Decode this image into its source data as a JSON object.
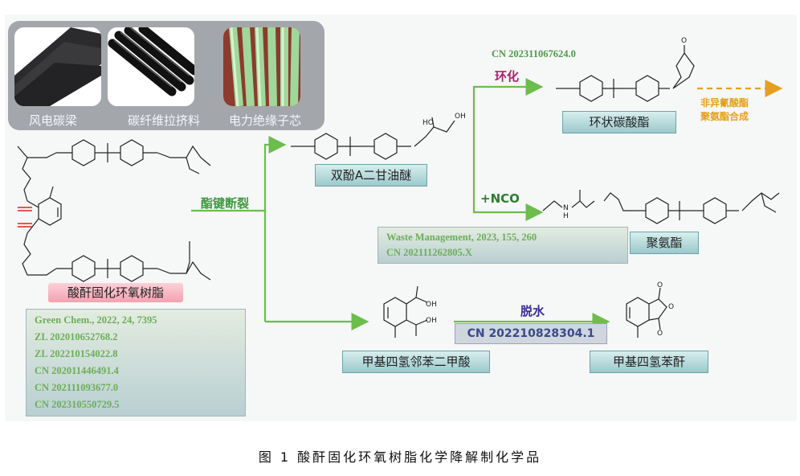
{
  "photos": {
    "labels": [
      "风电碳梁",
      "碳纤维拉挤料",
      "电力绝缘子芯"
    ]
  },
  "reactions": {
    "cleavage_label": "酯键断裂",
    "cyclization_label": "环化",
    "nco_label": "+NCO",
    "dehydration_label": "脱水"
  },
  "products": {
    "starting_material": "酸酐固化环氧树脂",
    "bpa_glycerol_ether": "双酚A二甘油醚",
    "cyclic_carbonate": "环状碳酸酯",
    "polyurethane": "聚氨酯",
    "mthpa_acid": "甲基四氢邻苯二甲酸",
    "mthpa": "甲基四氢苯酐"
  },
  "references": {
    "cyclic_carbonate_patent": "CN 202311067624.0",
    "non_isocyanate_note": [
      "非异氰酸酯",
      "聚氨酯合成"
    ],
    "polyurethane_refs": [
      "Waste Management, 2023, 155, 260",
      "CN 202111262805.X"
    ],
    "dehydration_patent": "CN 202210828304.1",
    "epoxy_refs": [
      "Green Chem., 2022, 24, 7395",
      "ZL 202010652768.2",
      "ZL 202210154022.8",
      "CN 202011446491.4",
      "CN 202111093677.0",
      "CN 202310550729.5"
    ]
  },
  "chem_labels": {
    "ho": "HO",
    "oh": "OH",
    "o": "O",
    "nh": "N",
    "h": "H"
  },
  "caption": "图 1 酸酐固化环氧树脂化学降解制化学品",
  "colors": {
    "arrow_green": "#6cbd4c",
    "label_green": "#3e9a3e",
    "cyclize_magenta": "#b0206e",
    "dehydrate_purple": "#3a2a9a",
    "orange_arrow": "#e6a020",
    "ester_red": "#e02020"
  }
}
